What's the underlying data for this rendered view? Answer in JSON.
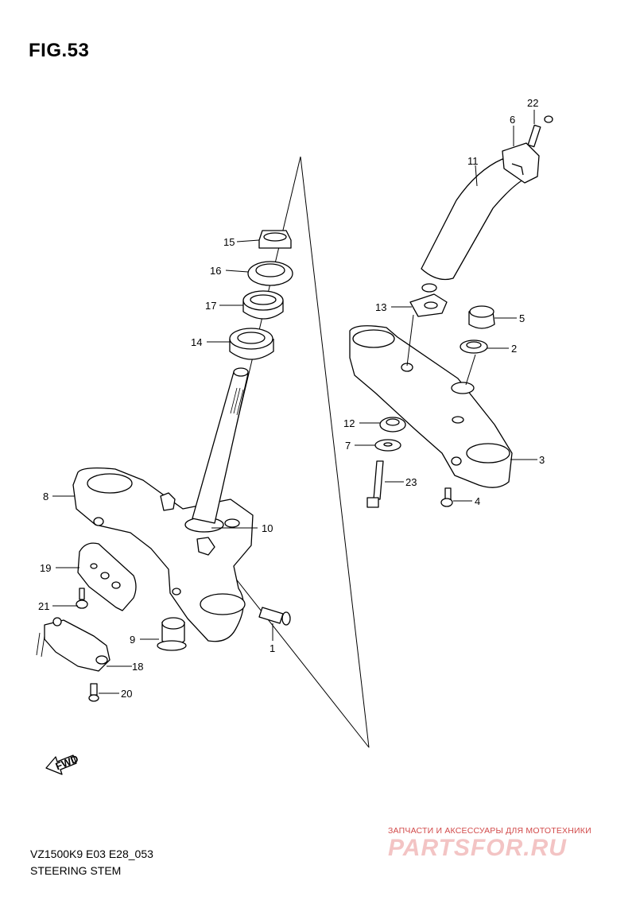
{
  "figure": {
    "title": "FIG.53",
    "model_code": "VZ1500K9 E03 E28_053",
    "caption": "STEERING STEM"
  },
  "callouts": {
    "c1": "1",
    "c2": "2",
    "c3": "3",
    "c4": "4",
    "c5": "5",
    "c6": "6",
    "c7": "7",
    "c8": "8",
    "c9": "9",
    "c10": "10",
    "c11": "11",
    "c12": "12",
    "c13": "13",
    "c14": "14",
    "c15": "15",
    "c16": "16",
    "c17": "17",
    "c18": "18",
    "c19": "19",
    "c20": "20",
    "c21": "21",
    "c22": "22",
    "c23": "23"
  },
  "fwd_label": "FWD",
  "watermark": {
    "tagline": "ЗАПЧАСТИ И АКСЕССУАРЫ ДЛЯ МОТОТЕХНИКИ",
    "logo": "PARTSFOR.RU",
    "color": "#d24a4a"
  }
}
